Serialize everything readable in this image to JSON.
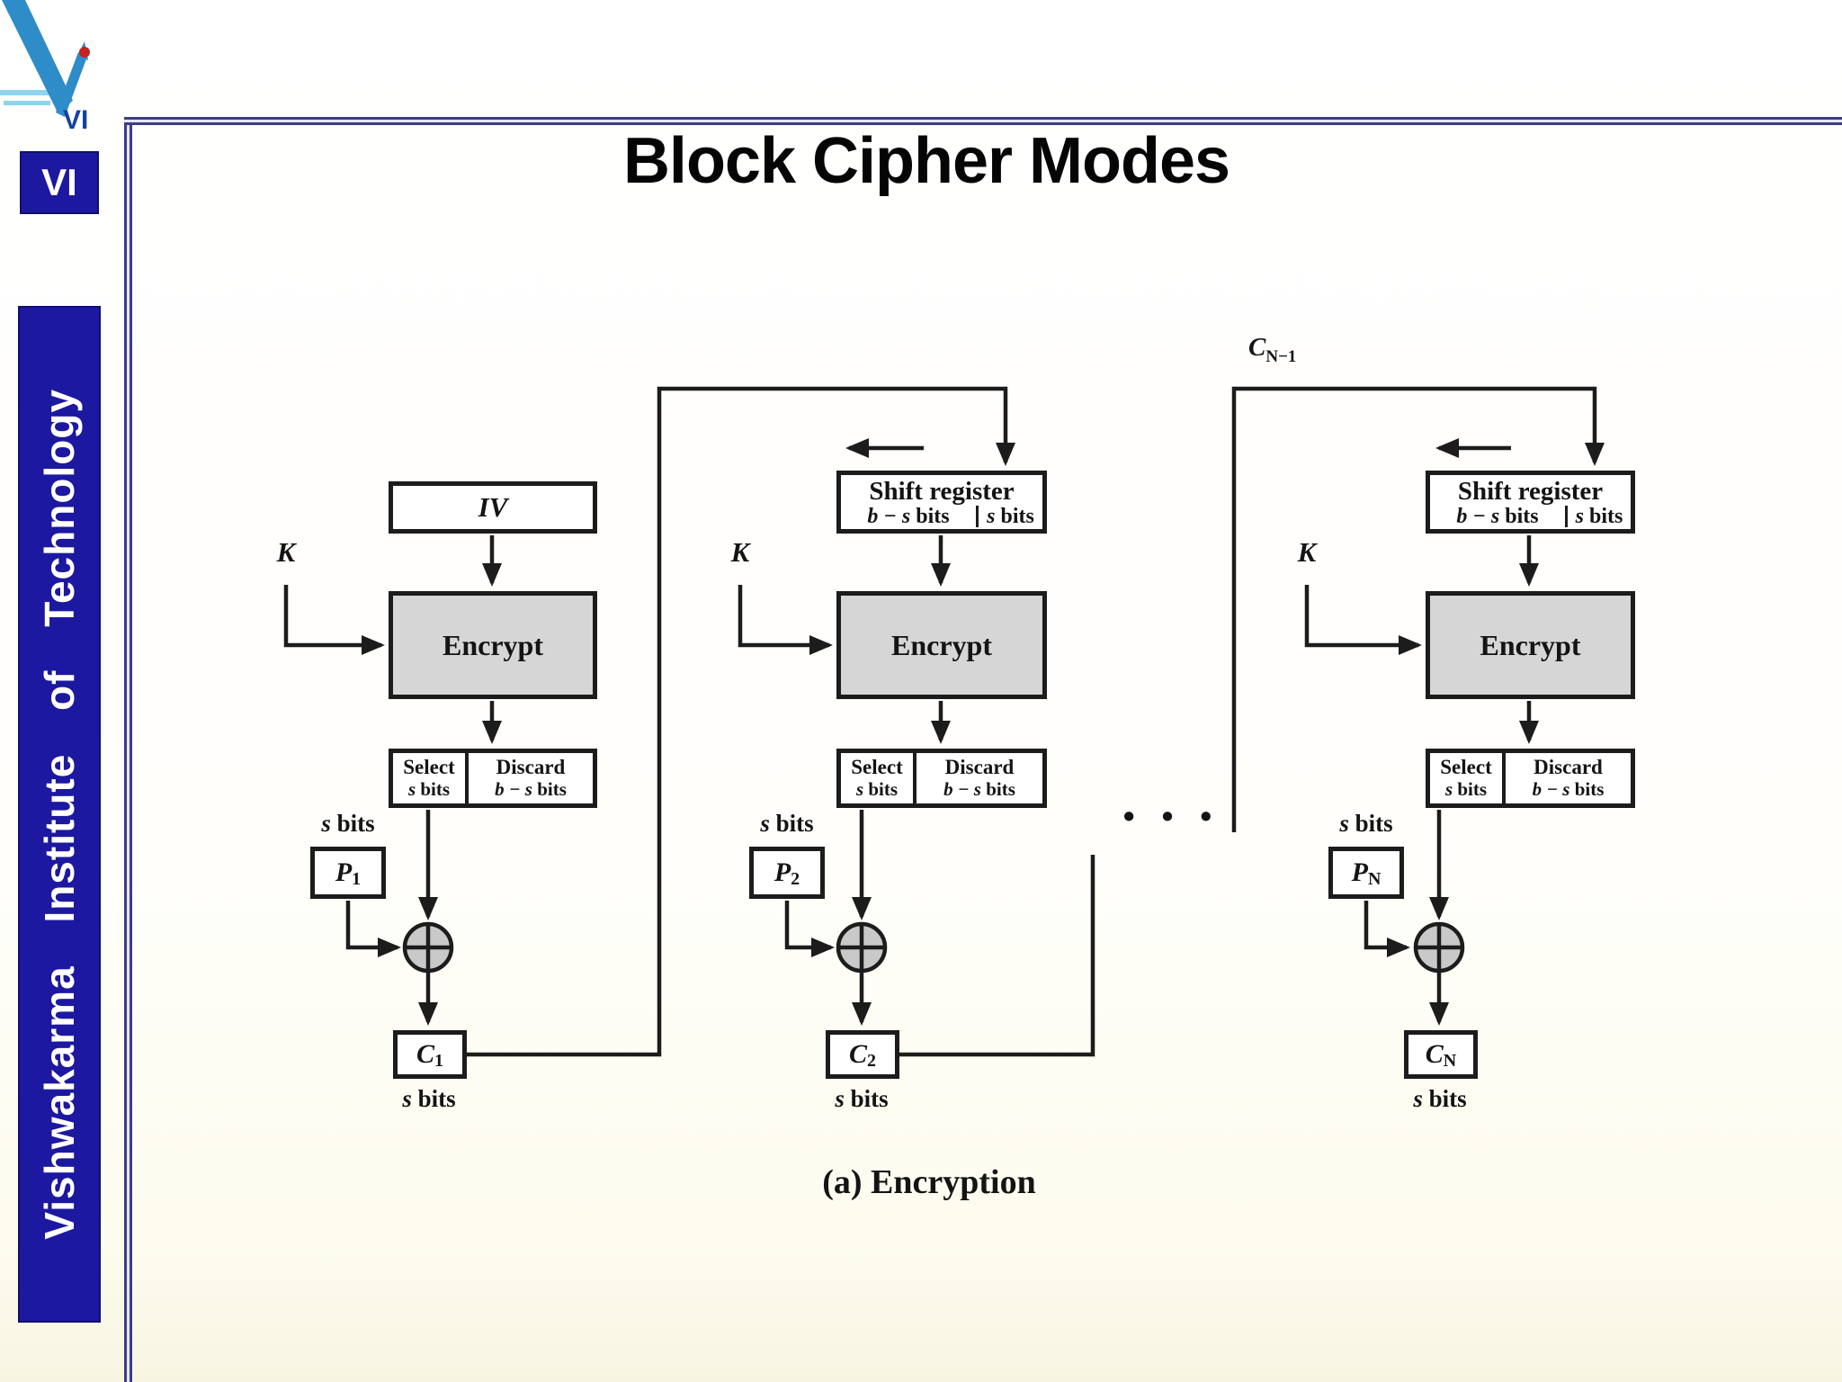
{
  "slide": {
    "title": "Block Cipher Modes",
    "caption": "(a) Encryption"
  },
  "branding": {
    "logo_text": "VI",
    "badge_text": "VI",
    "sidebar_text": "Vishwakarma Institute of Technology"
  },
  "colors": {
    "brand_blue": "#1d18a0",
    "frame_line": "#3d3d85",
    "diagram_line": "#1c1c1c",
    "encrypt_fill": "#d6d6d6",
    "xor_fill": "#c9c9c9"
  },
  "diagram": {
    "ellipsis": "• • •",
    "feedback_label": {
      "main": "C",
      "sub": "N−1"
    },
    "columns": [
      {
        "top_label": "IV",
        "key_label": "K",
        "encrypt_label": "Encrypt",
        "select": {
          "title": "Select",
          "var": "s",
          "rest": "bits"
        },
        "discard": {
          "title": "Discard",
          "var": "b − s",
          "rest": "bits"
        },
        "p_box": {
          "main": "P",
          "sub": "1"
        },
        "p_caption": {
          "var": "s",
          "rest": "bits"
        },
        "c_box": {
          "main": "C",
          "sub": "1"
        },
        "c_caption": {
          "var": "s",
          "rest": "bits"
        }
      },
      {
        "shift_register": {
          "line1": "Shift register",
          "left_var": "b − s",
          "left_rest": "bits",
          "right_var": "s",
          "right_rest": "bits"
        },
        "key_label": "K",
        "encrypt_label": "Encrypt",
        "select": {
          "title": "Select",
          "var": "s",
          "rest": "bits"
        },
        "discard": {
          "title": "Discard",
          "var": "b − s",
          "rest": "bits"
        },
        "p_box": {
          "main": "P",
          "sub": "2"
        },
        "p_caption": {
          "var": "s",
          "rest": "bits"
        },
        "c_box": {
          "main": "C",
          "sub": "2"
        },
        "c_caption": {
          "var": "s",
          "rest": "bits"
        }
      },
      {
        "shift_register": {
          "line1": "Shift register",
          "left_var": "b − s",
          "left_rest": "bits",
          "right_var": "s",
          "right_rest": "bits"
        },
        "key_label": "K",
        "encrypt_label": "Encrypt",
        "select": {
          "title": "Select",
          "var": "s",
          "rest": "bits"
        },
        "discard": {
          "title": "Discard",
          "var": "b − s",
          "rest": "bits"
        },
        "p_box": {
          "main": "P",
          "sub": "N"
        },
        "p_caption": {
          "var": "s",
          "rest": "bits"
        },
        "c_box": {
          "main": "C",
          "sub": "N"
        },
        "c_caption": {
          "var": "s",
          "rest": "bits"
        }
      }
    ]
  }
}
